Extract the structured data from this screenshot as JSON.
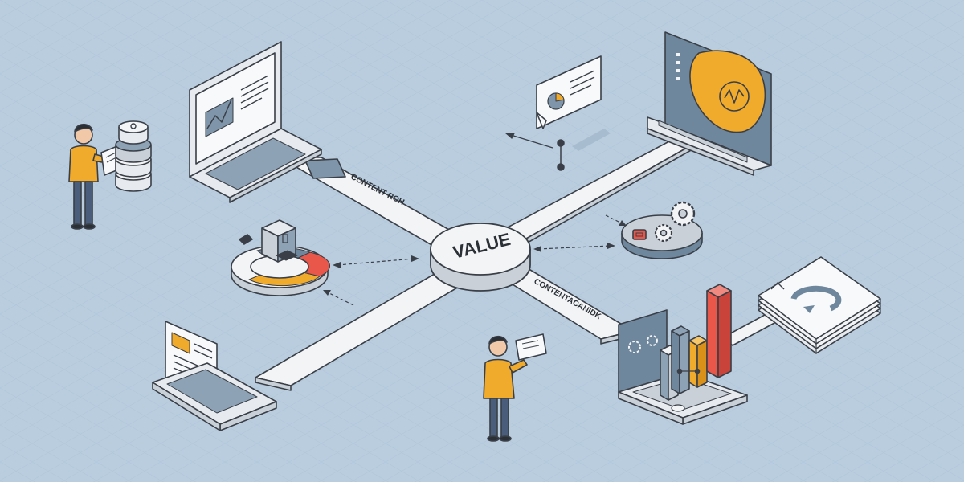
{
  "hub": {
    "label": "VALUE"
  },
  "pathways": [
    {
      "label": "CONTENT ROH"
    },
    {
      "label": "CONTENTACANIDK"
    }
  ],
  "colors": {
    "background": "#b9cddf",
    "outline": "#3a3f47",
    "accent_orange": "#f0aa2c",
    "accent_red": "#e8574a",
    "slate": "#6f879c",
    "panel": "#f3f4f5"
  },
  "icons": [
    "laptop-chart-icon",
    "presentation-pie-icon",
    "dashboard-screen-icon",
    "database-stack-icon",
    "cube-pie-ring-icon",
    "gears-platform-icon",
    "document-laptop-icon",
    "bar-chart-laptop-icon",
    "refresh-stack-icon",
    "person-with-document-icon",
    "person-with-tablet-icon"
  ]
}
